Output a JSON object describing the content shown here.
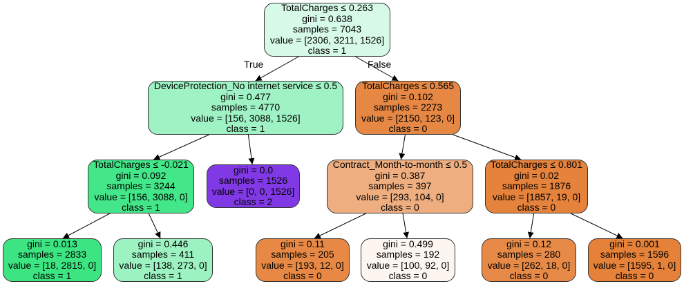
{
  "edge_labels": {
    "true": "True",
    "false": "False"
  },
  "nodes": {
    "n0": {
      "split": "TotalCharges ≤ 0.263",
      "gini": "gini = 0.638",
      "samples": "samples = 7043",
      "value": "value = [2306, 3211, 1526]",
      "class": "class = 1",
      "color": "#d7f9e8"
    },
    "n1": {
      "split": "DeviceProtection_No internet service ≤ 0.5",
      "gini": "gini = 0.477",
      "samples": "samples = 4770",
      "value": "value = [156, 3088, 1526]",
      "class": "class = 1",
      "color": "#9ef2c4"
    },
    "n2": {
      "split": "TotalCharges ≤ -0.021",
      "gini": "gini = 0.092",
      "samples": "samples = 3244",
      "value": "value = [156, 3088, 0]",
      "class": "class = 1",
      "color": "#43e688"
    },
    "n3": {
      "gini": "gini = 0.013",
      "samples": "samples = 2833",
      "value": "value = [18, 2815, 0]",
      "class": "class = 1",
      "color": "#3ce582"
    },
    "n4": {
      "gini": "gini = 0.446",
      "samples": "samples = 411",
      "value": "value = [138, 273, 0]",
      "class": "class = 1",
      "color": "#9df2c1"
    },
    "n5": {
      "gini": "gini = 0.0",
      "samples": "samples = 1526",
      "value": "value = [0, 0, 1526]",
      "class": "class = 2",
      "color": "#8139e5"
    },
    "n6": {
      "split": "TotalCharges ≤ 0.565",
      "gini": "gini = 0.102",
      "samples": "samples = 2273",
      "value": "value = [2150, 123, 0]",
      "class": "class = 0",
      "color": "#e68844"
    },
    "n7": {
      "split": "Contract_Month-to-month ≤ 0.5",
      "gini": "gini = 0.387",
      "samples": "samples = 397",
      "value": "value = [293, 104, 0]",
      "class": "class = 0",
      "color": "#eeae80"
    },
    "n8": {
      "gini": "gini = 0.11",
      "samples": "samples = 205",
      "value": "value = [193, 12, 0]",
      "class": "class = 0",
      "color": "#e78945"
    },
    "n9": {
      "gini": "gini = 0.499",
      "samples": "samples = 192",
      "value": "value = [100, 92, 0]",
      "class": "class = 0",
      "color": "#fdf5ef"
    },
    "n10": {
      "split": "TotalCharges ≤ 0.801",
      "gini": "gini = 0.02",
      "samples": "samples = 1876",
      "value": "value = [1857, 19, 0]",
      "class": "class = 0",
      "color": "#e5823b"
    },
    "n11": {
      "gini": "gini = 0.12",
      "samples": "samples = 280",
      "value": "value = [262, 18, 0]",
      "class": "class = 0",
      "color": "#e78a47"
    },
    "n12": {
      "gini": "gini = 0.001",
      "samples": "samples = 1596",
      "value": "value = [1595, 1, 0]",
      "class": "class = 0",
      "color": "#e58139"
    }
  },
  "edges": [
    [
      "n0",
      "n1"
    ],
    [
      "n0",
      "n6"
    ],
    [
      "n1",
      "n2"
    ],
    [
      "n1",
      "n5"
    ],
    [
      "n2",
      "n3"
    ],
    [
      "n2",
      "n4"
    ],
    [
      "n6",
      "n7"
    ],
    [
      "n6",
      "n10"
    ],
    [
      "n7",
      "n8"
    ],
    [
      "n7",
      "n9"
    ],
    [
      "n10",
      "n11"
    ],
    [
      "n10",
      "n12"
    ]
  ]
}
